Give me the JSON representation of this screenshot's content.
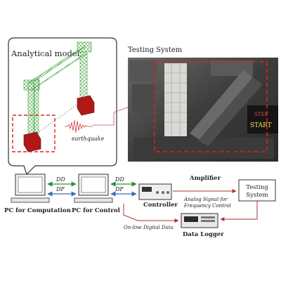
{
  "analytical": {
    "title": "Analytical model",
    "earthquake_label": "earthquake"
  },
  "testing": {
    "title": "Testing  System",
    "screen_step": "STEP",
    "screen_start": "START"
  },
  "flow": {
    "pc_computation": "PC for Computation",
    "pc_control": "PC for Control",
    "dd1": "DD",
    "df1": "DF",
    "dd2": "DD",
    "df2": "DF",
    "controller": "Controller",
    "amplifier": "Amplifier",
    "analog_line1": "Analog Signal for",
    "analog_line2": "Frequency Control",
    "testing_system_line1": "Testing",
    "testing_system_line2": "System",
    "online_data": "On-line Digital Data",
    "data_logger": "Data Logger"
  },
  "colors": {
    "dd_arrow": "#2f8f3a",
    "df_arrow": "#3a6fb5",
    "signal_arrow": "#b03030",
    "highlight_dash": "#e02020",
    "model_mass": "#b01818",
    "model_frame": "#3aa03a"
  }
}
